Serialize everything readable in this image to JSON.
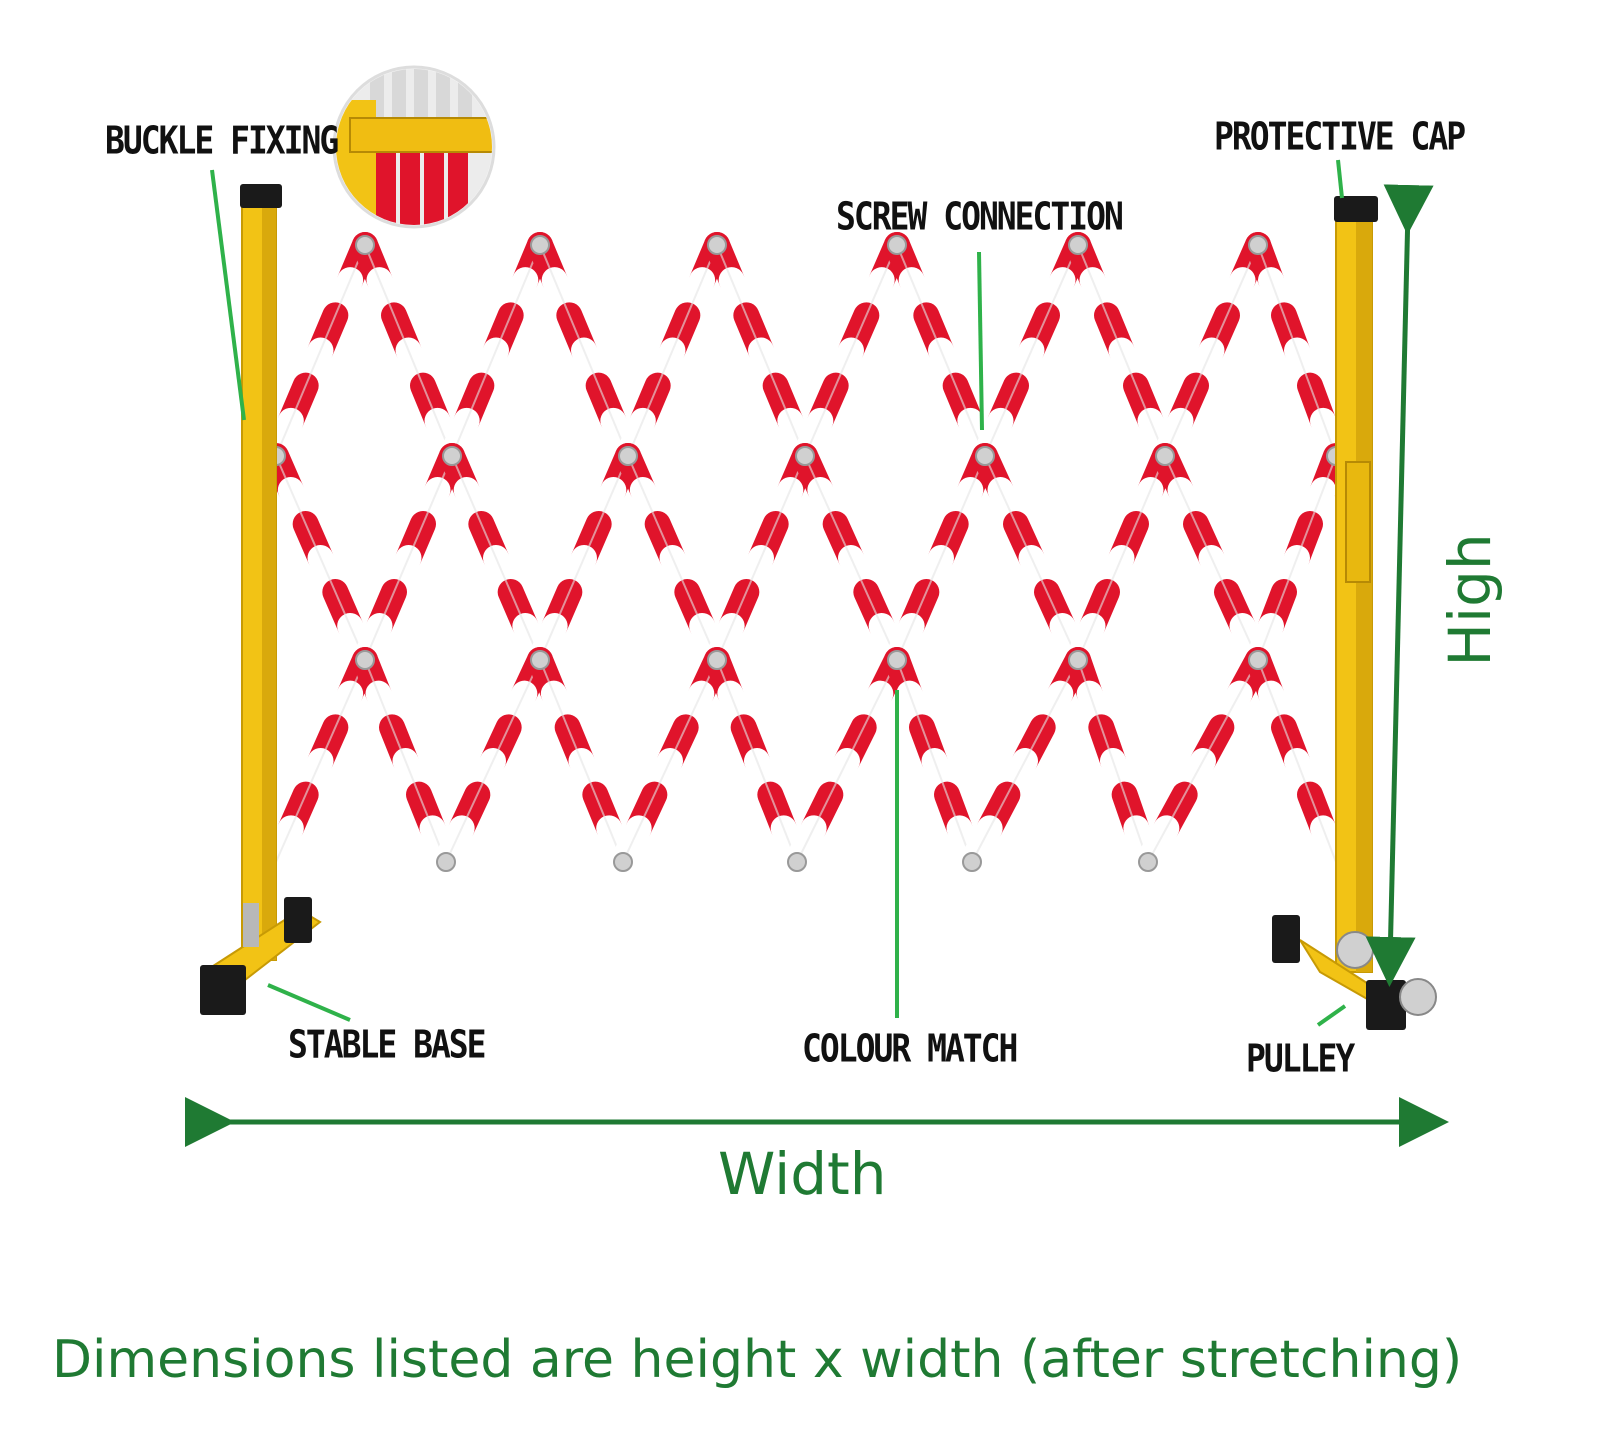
{
  "labels": {
    "buckle_fixing": "BUCKLE FIXING",
    "protective_cap": "PROTECTIVE CAP",
    "screw_connection": "SCREW CONNECTION",
    "stable_base": "STABLE BASE",
    "colour_match": "COLOUR MATCH",
    "pulley": "PULLEY"
  },
  "dimensions": {
    "width": "Width",
    "height": "High"
  },
  "caption": "Dimensions listed are height x width (after stretching)",
  "colors": {
    "frame_yellow": "#f2c315",
    "bar_red": "#e0142b",
    "bar_white": "#ffffff",
    "cap_black": "#1a1a1a",
    "leader_green": "#2fb24a",
    "dimension_green": "#1f7a33"
  }
}
